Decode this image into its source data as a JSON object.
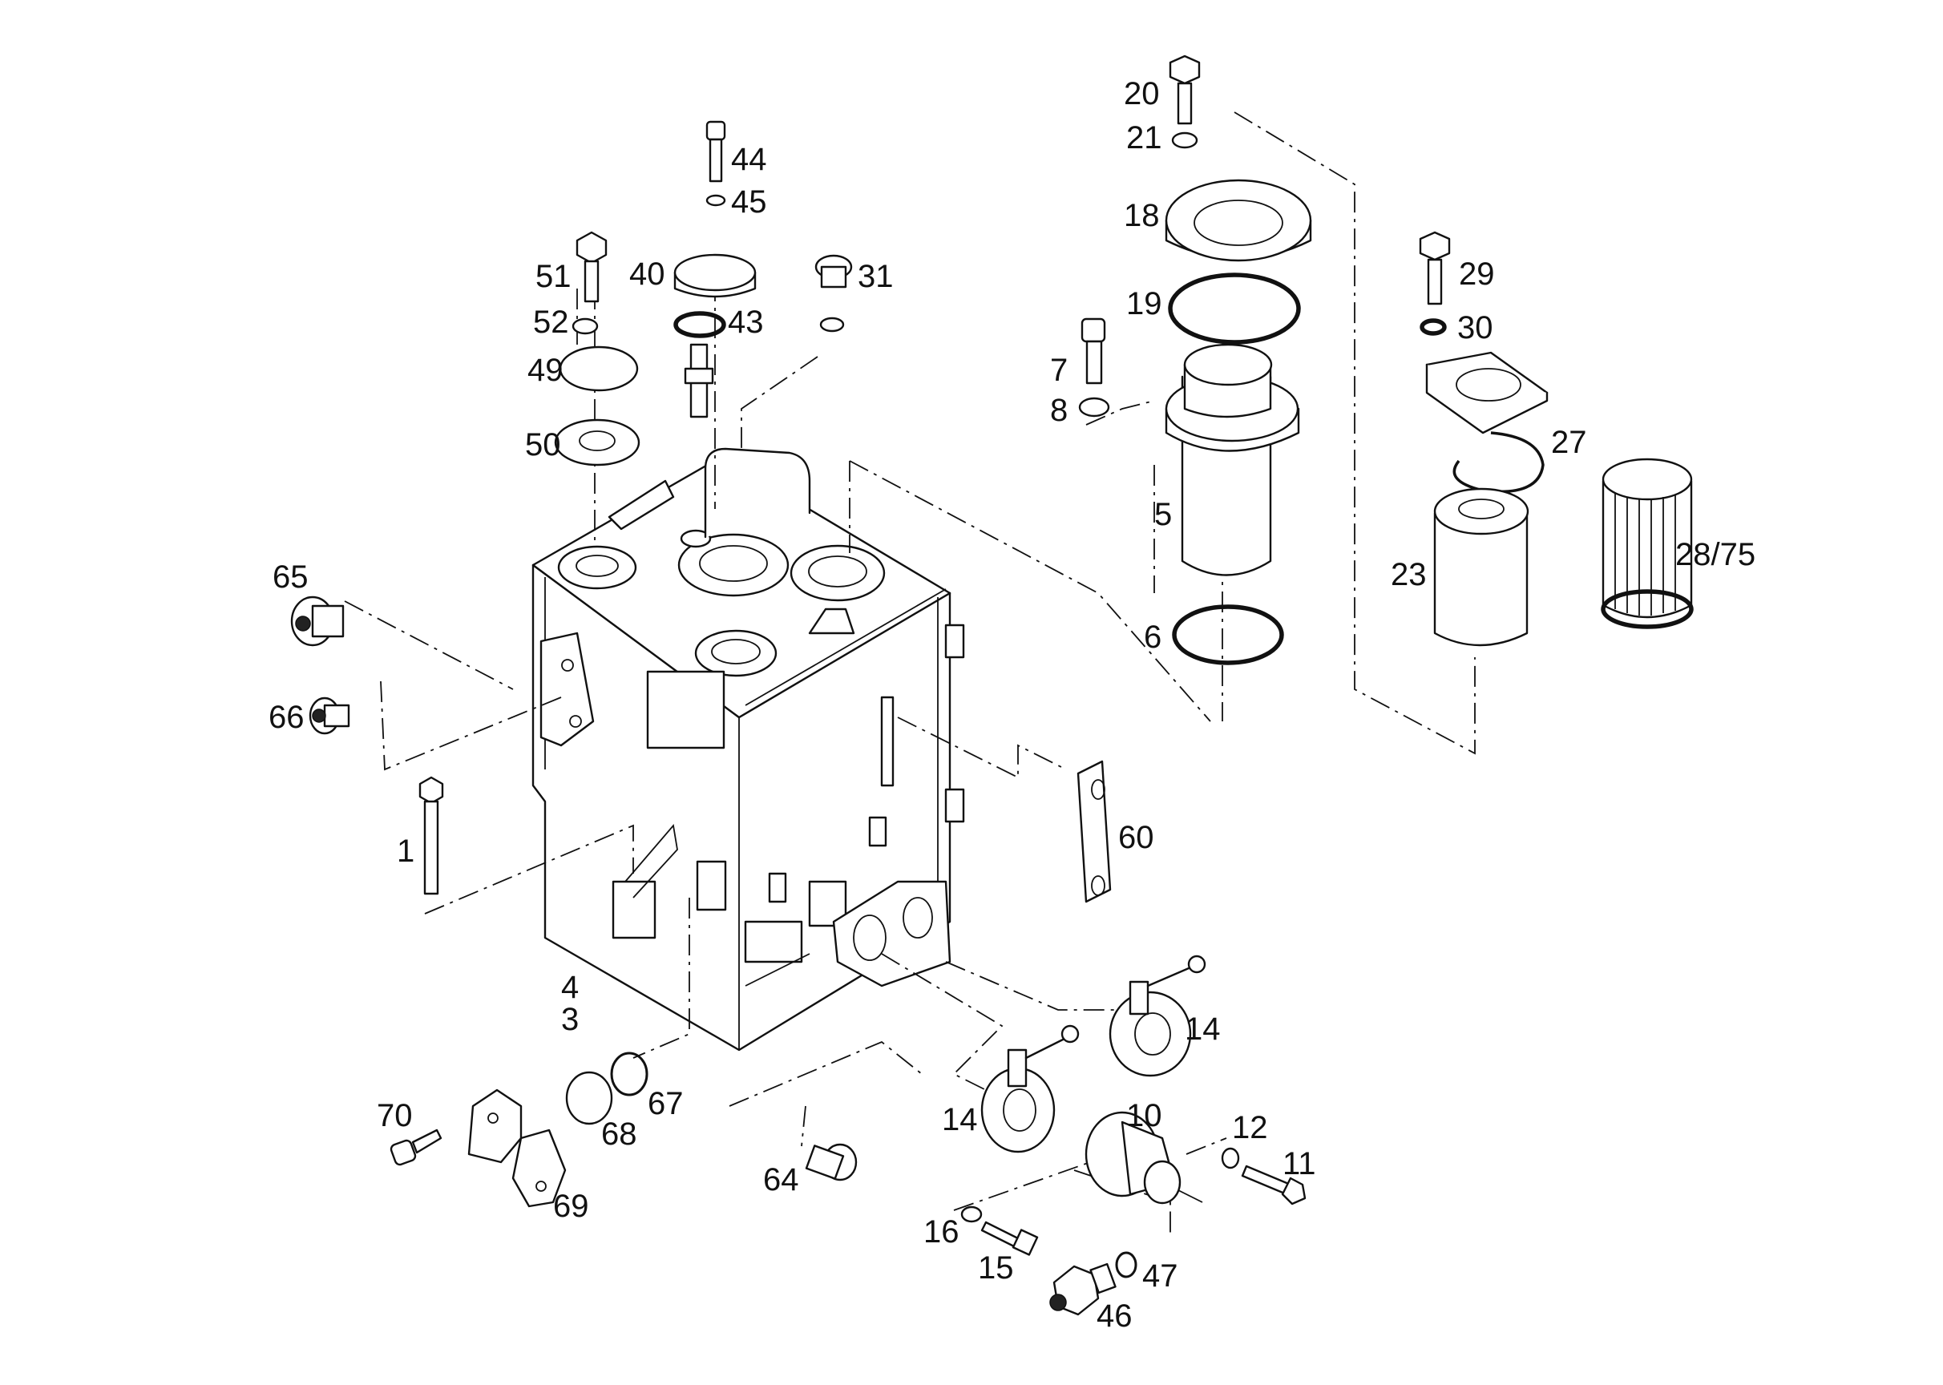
{
  "diagram": {
    "callouts": {
      "c1": "1",
      "c3": "3",
      "c4": "4",
      "c5": "5",
      "c6": "6",
      "c7": "7",
      "c8": "8",
      "c10": "10",
      "c11": "11",
      "c12": "12",
      "c14a": "14",
      "c14b": "14",
      "c15": "15",
      "c16": "16",
      "c18": "18",
      "c19": "19",
      "c20": "20",
      "c21": "21",
      "c23": "23",
      "c27": "27",
      "c28": "28/75",
      "c29": "29",
      "c30": "30",
      "c31": "31",
      "c40": "40",
      "c43": "43",
      "c44": "44",
      "c45": "45",
      "c46": "46",
      "c47": "47",
      "c49": "49",
      "c50": "50",
      "c51": "51",
      "c52": "52",
      "c60": "60",
      "c64": "64",
      "c65": "65",
      "c66": "66",
      "c67": "67",
      "c68": "68",
      "c69": "69",
      "c70": "70"
    }
  }
}
